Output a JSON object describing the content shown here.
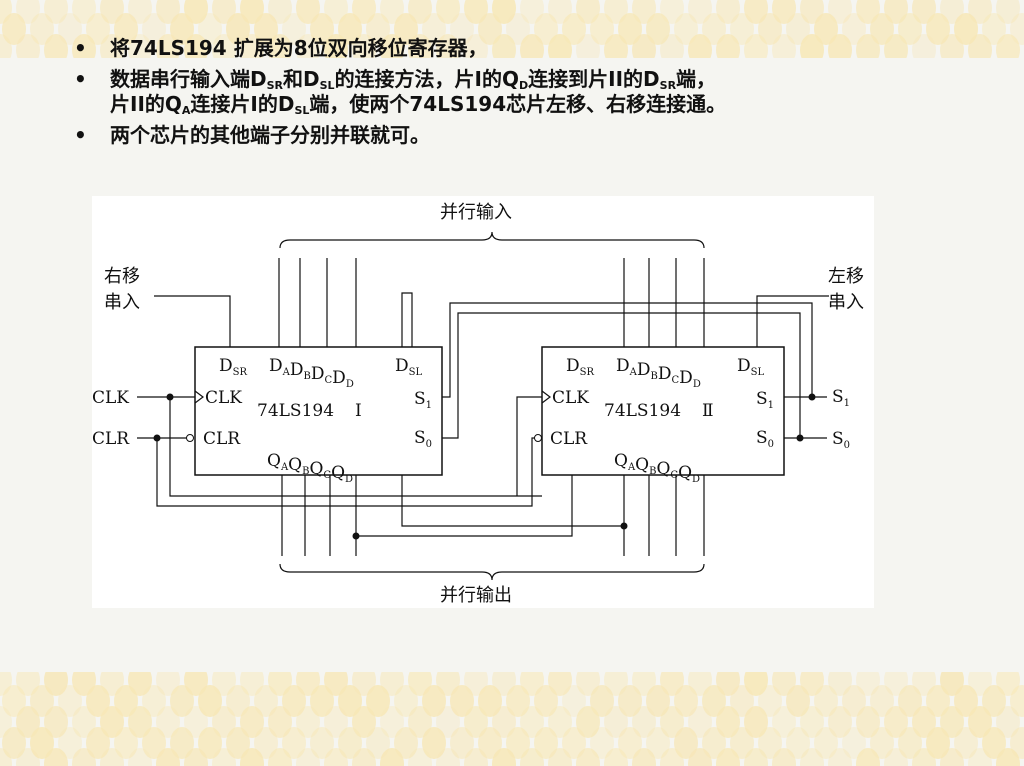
{
  "slide": {
    "bullets": [
      {
        "dot": "•",
        "parts": [
          {
            "t": "将74LS194 扩展为8位双向移位寄存器，"
          }
        ]
      },
      {
        "dot": "•",
        "parts": [
          {
            "t": "数据串行输入端D"
          },
          {
            "s": "SR"
          },
          {
            "t": "和D"
          },
          {
            "s": "SL"
          },
          {
            "t": "的连接方法，片I的Q"
          },
          {
            "s": "D"
          },
          {
            "t": "连接到片II的D"
          },
          {
            "s": "SR"
          },
          {
            "t": "端，"
          },
          {
            "br": true
          },
          {
            "t": "片II的Q"
          },
          {
            "s": "A"
          },
          {
            "t": "连接片I的D"
          },
          {
            "s": "SL"
          },
          {
            "t": "端，使两个74LS194芯片左移、右移连接通。"
          }
        ]
      },
      {
        "dot": "•",
        "parts": [
          {
            "t": "两个芯片的其他端子分别并联就可。"
          }
        ]
      }
    ]
  },
  "diagram": {
    "parallel_in_label": "并行输入",
    "parallel_out_label": "并行输出",
    "shift_right_input": [
      "右移",
      "串入"
    ],
    "shift_left_input": [
      "左移",
      "串入"
    ],
    "clk_label": "CLK",
    "clr_label": "CLR",
    "s1_main": "S",
    "s1_sub": "1",
    "s0_main": "S",
    "s0_sub": "0",
    "chips": [
      {
        "name": "74LS194 Ⅰ",
        "chip_name": "74LS194",
        "numeral": "Ⅰ"
      },
      {
        "name": "74LS194 Ⅱ",
        "chip_name": "74LS194",
        "numeral": "Ⅱ"
      }
    ],
    "pins": {
      "dsr": {
        "main": "D",
        "sub": "SR"
      },
      "dsl": {
        "main": "D",
        "sub": "SL"
      },
      "d_inputs": [
        {
          "main": "D",
          "sub": "A"
        },
        {
          "main": "D",
          "sub": "B"
        },
        {
          "main": "D",
          "sub": "C"
        },
        {
          "main": "D",
          "sub": "D"
        }
      ],
      "q_outputs": [
        {
          "main": "Q",
          "sub": "A"
        },
        {
          "main": "Q",
          "sub": "B"
        },
        {
          "main": "Q",
          "sub": "C"
        },
        {
          "main": "Q",
          "sub": "D"
        }
      ],
      "clk": "CLK",
      "clr": "CLR",
      "s1": {
        "main": "S",
        "sub": "1"
      },
      "s0": {
        "main": "S",
        "sub": "0"
      }
    }
  }
}
